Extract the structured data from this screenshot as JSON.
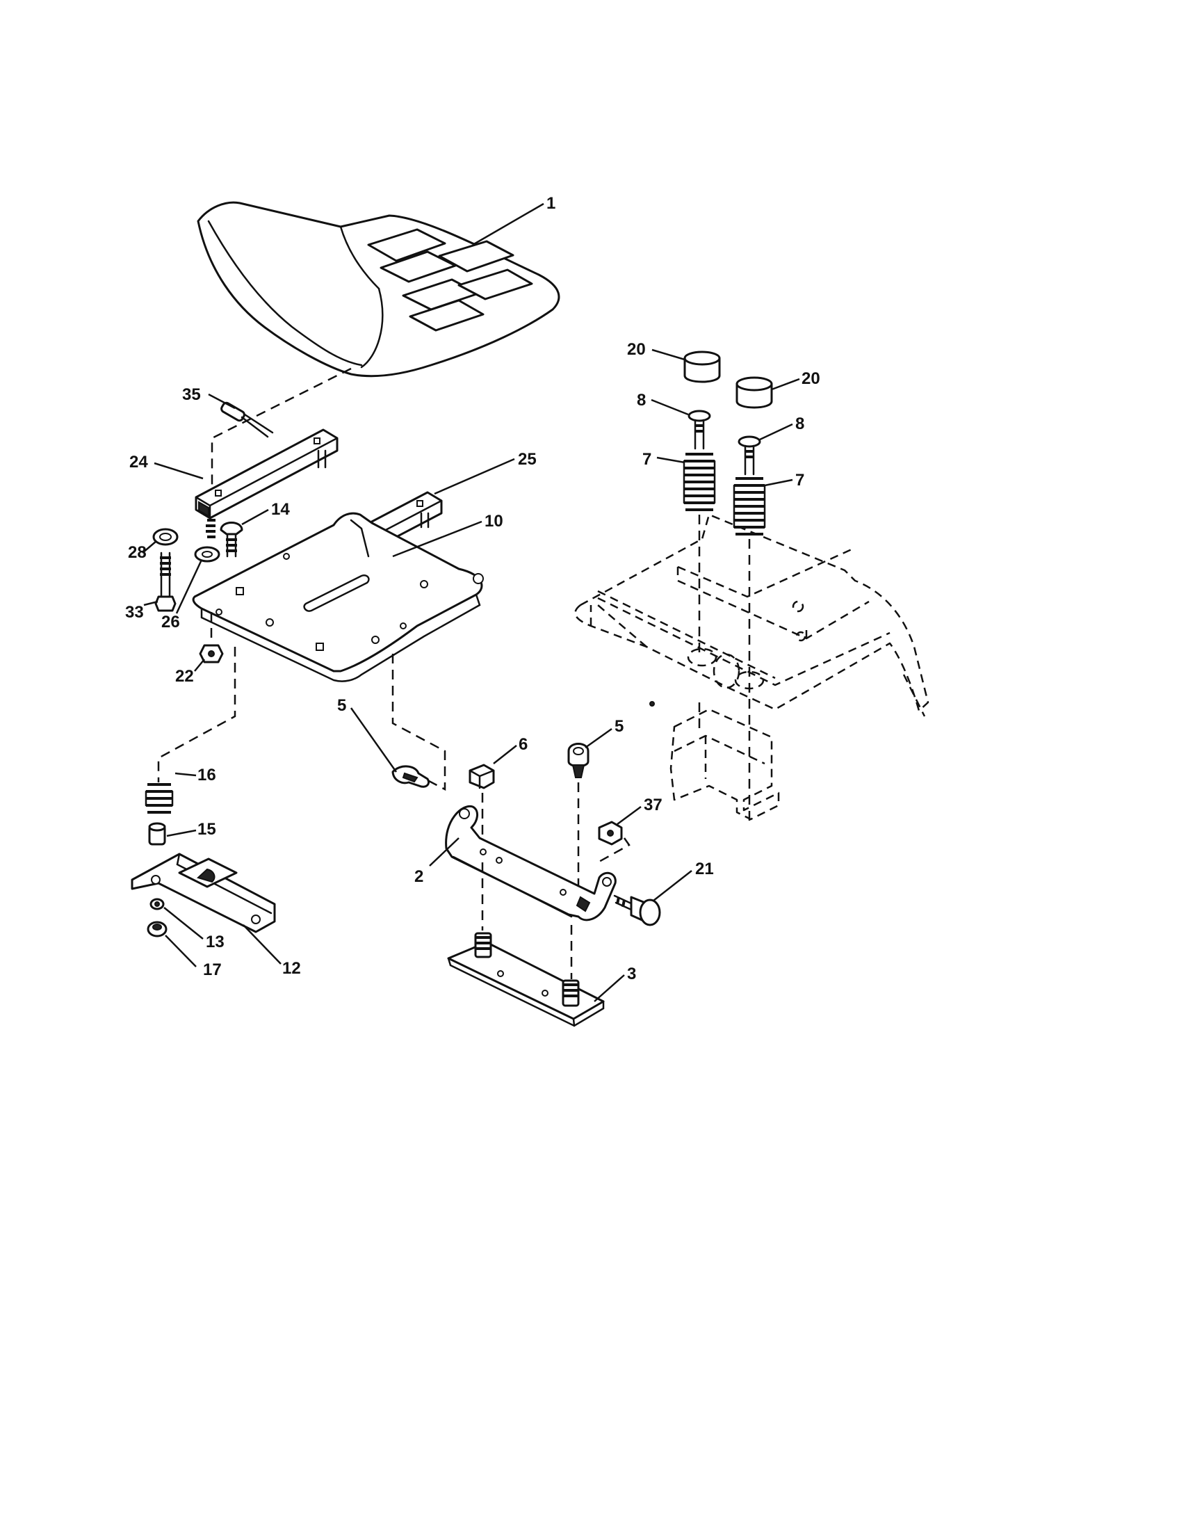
{
  "callouts": [
    {
      "id": "c1",
      "label": "1"
    },
    {
      "id": "c35",
      "label": "35"
    },
    {
      "id": "c24",
      "label": "24"
    },
    {
      "id": "c25",
      "label": "25"
    },
    {
      "id": "c14",
      "label": "14"
    },
    {
      "id": "c10",
      "label": "10"
    },
    {
      "id": "c28",
      "label": "28"
    },
    {
      "id": "c33",
      "label": "33"
    },
    {
      "id": "c26",
      "label": "26"
    },
    {
      "id": "c22",
      "label": "22"
    },
    {
      "id": "c5a",
      "label": "5"
    },
    {
      "id": "c16",
      "label": "16"
    },
    {
      "id": "c15",
      "label": "15"
    },
    {
      "id": "c13",
      "label": "13"
    },
    {
      "id": "c17",
      "label": "17"
    },
    {
      "id": "c12",
      "label": "12"
    },
    {
      "id": "c6",
      "label": "6"
    },
    {
      "id": "c5b",
      "label": "5"
    },
    {
      "id": "c37",
      "label": "37"
    },
    {
      "id": "c2",
      "label": "2"
    },
    {
      "id": "c21",
      "label": "21"
    },
    {
      "id": "c3",
      "label": "3"
    },
    {
      "id": "c20a",
      "label": "20"
    },
    {
      "id": "c20b",
      "label": "20"
    },
    {
      "id": "c8a",
      "label": "8"
    },
    {
      "id": "c8b",
      "label": "8"
    },
    {
      "id": "c7a",
      "label": "7"
    },
    {
      "id": "c7b",
      "label": "7"
    }
  ]
}
